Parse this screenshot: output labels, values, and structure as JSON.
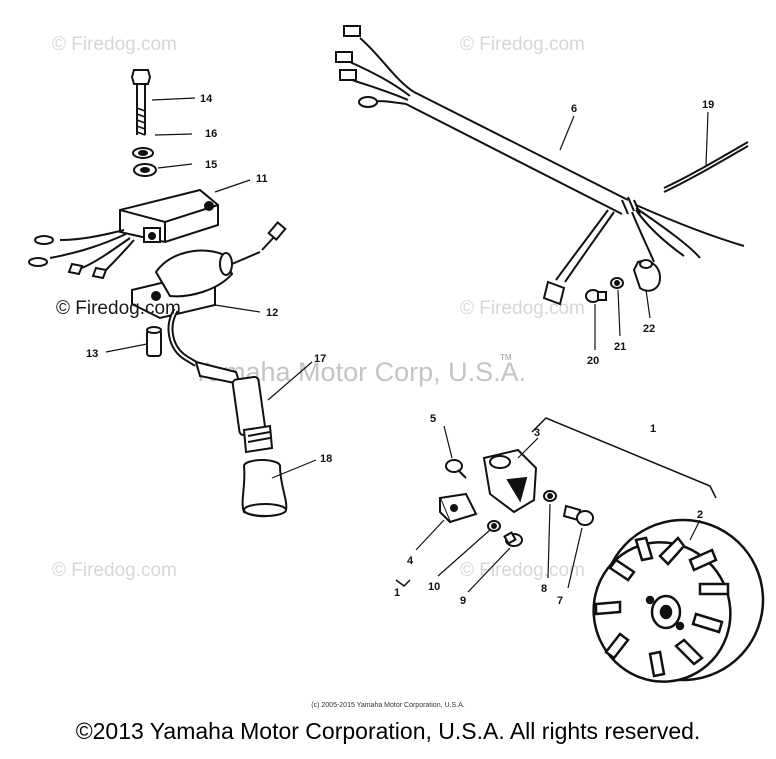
{
  "watermarks": {
    "tl": "© Firedog.com",
    "tr": "© Firedog.com",
    "ml": "© Firedog.com",
    "mr": "© Firedog.com",
    "bl": "© Firedog.com",
    "br": "© Firedog.com"
  },
  "center_watermark": "Yamaha Motor Corp, U.S.A.",
  "tm_mark": "TM",
  "callouts": {
    "n1": "1",
    "n2": "2",
    "n3": "3",
    "n4": "4",
    "n5": "5",
    "n6": "6",
    "n7": "7",
    "n8": "8",
    "n9": "9",
    "n10": "10",
    "n11": "11",
    "n12": "12",
    "n13": "13",
    "n14": "14",
    "n15": "15",
    "n16": "16",
    "n17": "17",
    "n18": "18",
    "n19": "19",
    "n20": "20",
    "n21": "21",
    "n22": "22"
  },
  "small_copyright": "(c) 2005-2015 Yamaha Motor Corporation, U.S.A.",
  "footer_copyright": "©2013 Yamaha Motor Corporation, U.S.A. All rights reserved."
}
